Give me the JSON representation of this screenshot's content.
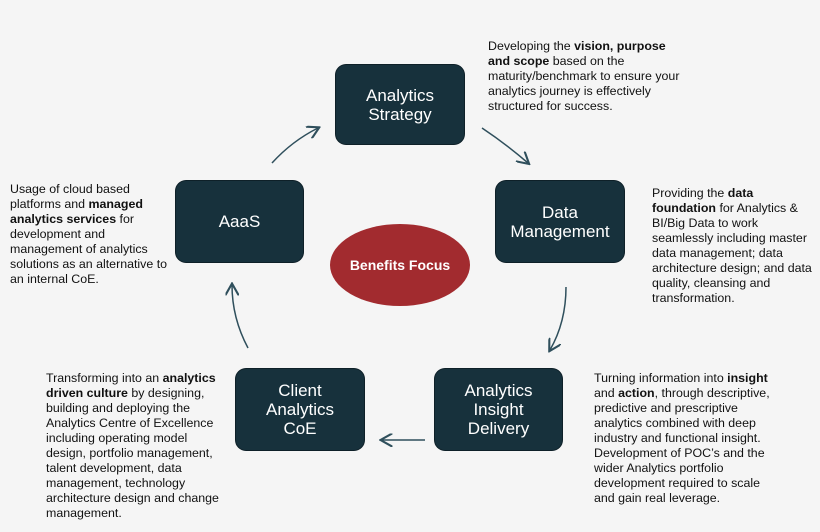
{
  "center": {
    "label": "Benefits Focus"
  },
  "nodes": {
    "strategy": {
      "line1": "Analytics",
      "line2": "Strategy"
    },
    "data": {
      "line1": "Data",
      "line2": "Management"
    },
    "insight": {
      "line1": "Analytics",
      "line2": "Insight",
      "line3": "Delivery"
    },
    "client": {
      "line1": "Client",
      "line2": "Analytics",
      "line3": "CoE"
    },
    "aaas": {
      "line1": "AaaS"
    }
  },
  "descriptions": {
    "strategy": {
      "t1": "Developing the ",
      "b1": "vision, purpose and scope",
      "t2": " based on the maturity/benchmark to ensure your analytics journey is effectively structured for success."
    },
    "data": {
      "t1": "Providing the ",
      "b1": "data foundation",
      "t2": " for Analytics & BI/Big Data to work seamlessly including master data management; data architecture design; and data quality, cleansing and transformation."
    },
    "insight": {
      "t1": "Turning information into ",
      "b1": "insight",
      "t2": " and ",
      "b2": "action",
      "t3": ", through descriptive, predictive and prescriptive analytics combined with deep industry and functional insight. Development of POC’s and the wider Analytics portfolio development required to scale and gain real leverage."
    },
    "client": {
      "t1": "Transforming into an ",
      "b1": "analytics driven culture",
      "t2": " by designing, building and deploying the Analytics Centre of Excellence including operating model design, portfolio management, talent development, data management, technology architecture design and change management."
    },
    "aaas": {
      "t1": "Usage of cloud based platforms and ",
      "b1": "managed analytics services",
      "t2": " for development and management of analytics solutions as an alternative to an internal CoE."
    }
  },
  "colors": {
    "node": "#17313c",
    "center": "#a22b2f",
    "arrow": "#2f4f5c",
    "background": "#f5f5f5"
  }
}
